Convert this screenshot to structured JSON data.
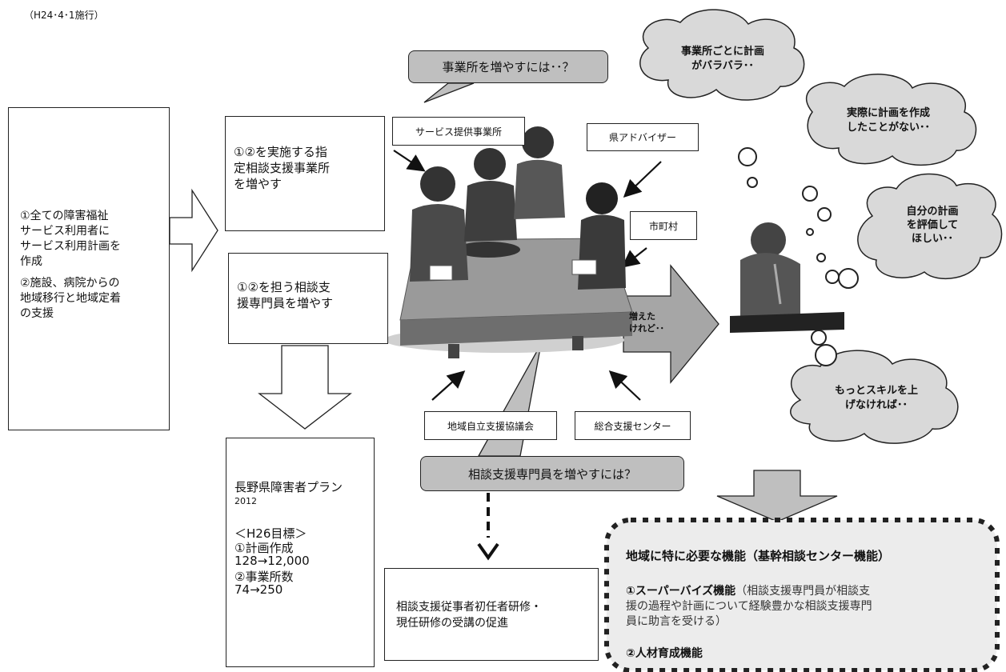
{
  "header": {
    "note": "（H24･4･1施行）"
  },
  "left_goals": {
    "goal1": "①全ての障害福祉\nサービス利用者に\nサービス利用計画を\n作成",
    "goal2": "②施設、病院からの\n地域移行と地域定着\nの支援"
  },
  "middle_boxes": {
    "increase_offices": "①②を実施する指\n定相談支援事業所\nを増やす",
    "increase_specialists": "①②を担う相談支\n援専門員を増やす"
  },
  "plan": {
    "title": "長野県障害者プラン",
    "year": "2012",
    "target_heading": "＜H26目標＞",
    "item1_label": "①計画作成",
    "item1_value": "128→12,000",
    "item2_label": "②事業所数",
    "item2_value": "74→250"
  },
  "promotion_box": {
    "text": "相談支援従事者初任者研修・\n現任研修の受講の促進"
  },
  "speech_bubbles": {
    "offices_question": "事業所を増やすには･･？",
    "specialists_question": "相談支援専門員を増やすには？"
  },
  "participant_labels": {
    "service_provider": "サービス提供事業所",
    "prefectural_advisor": "県アドバイザー",
    "municipality": "市町村",
    "regional_council": "地域自立支援協議会",
    "general_support_center": "総合支援センター"
  },
  "big_arrow_text": "増えた\nけれど･･",
  "thought_clouds": {
    "cloud1": "事業所ごとに計画\nがバラバラ･･",
    "cloud2": "実際に計画を作成\nしたことがない･･",
    "cloud3": "自分の計画\nを評価して\nほしい･･",
    "cloud4": "もっとスキルを上\nげなければ･･"
  },
  "needed_functions": {
    "title": "地域に特に必要な機能（基幹相談センター機能）",
    "item1_name": "①スーパーバイズ機能",
    "item1_desc": "（相談支援専門員が相談支\n援の過程や計画について経験豊かな相談支援専門\n員に助言を受ける）",
    "item2_name": "②人材育成機能"
  },
  "colors": {
    "cloud_fill": "#d9d9d9",
    "bubble_fill": "#bfbfbf",
    "panel_fill": "#ececec",
    "border": "#222222"
  }
}
